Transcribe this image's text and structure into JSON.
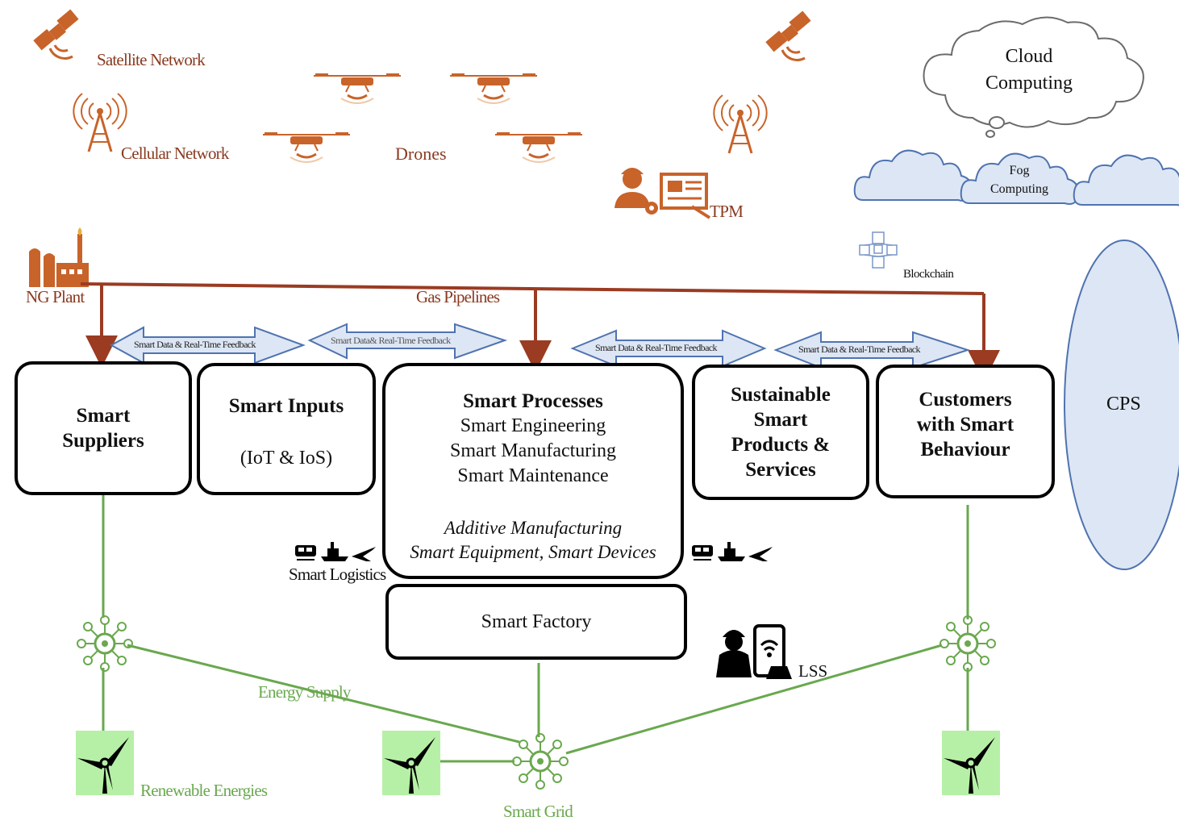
{
  "network": {
    "satellite": "Satellite Network",
    "cellular": "Cellular Network",
    "drones": "Drones",
    "tpm": "TPM",
    "cloud": "Cloud Computing",
    "fog": "Fog Computing",
    "blockchain": "Blockchain",
    "cps": "CPS"
  },
  "energy": {
    "ng_plant": "NG Plant",
    "gas_pipelines": "Gas Pipelines",
    "energy_supply": "Energy Supply",
    "renewable": "Renewable Energies",
    "smart_grid": "Smart Grid"
  },
  "flow_labels": [
    "Smart Data & Real-Time Feedback",
    "Smart Data& Real-Time Feedback",
    "Smart Data & Real-Time Feedback",
    "Smart Data & Real-Time Feedback"
  ],
  "boxes": {
    "suppliers": [
      "Smart",
      "Suppliers"
    ],
    "inputs_title": "Smart Inputs",
    "inputs_sub": "(IoT & IoS)",
    "processes_title": "Smart Processes",
    "processes_items": [
      "Smart Engineering",
      "Smart Manufacturing",
      "Smart Maintenance"
    ],
    "processes_extra": [
      "Additive Manufacturing",
      "Smart Equipment, Smart Devices"
    ],
    "sustainable": [
      "Sustainable",
      "Smart",
      "Products &",
      "Services"
    ],
    "customers": [
      "Customers",
      "with Smart",
      "Behaviour"
    ],
    "factory": "Smart Factory"
  },
  "logistics": "Smart Logistics",
  "lss": "LSS",
  "colors": {
    "brown": "#8a3a20",
    "orange": "#c8632a",
    "green": "#6aa84f",
    "blue": "#5a7fc0",
    "light_green": "#b6f0a6"
  }
}
